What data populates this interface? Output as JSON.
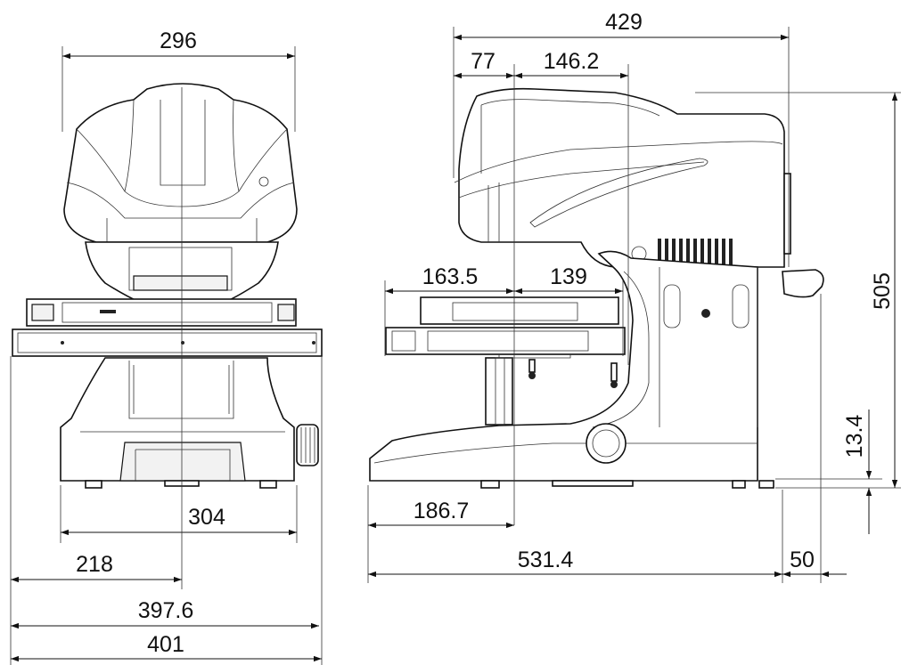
{
  "figure": {
    "views": [
      "front-view",
      "side-view"
    ]
  },
  "front_view": {
    "dimensions": {
      "top_width": "296",
      "base_width": "304",
      "center_offset": "218",
      "overall_397": "397.6",
      "overall_401": "401"
    }
  },
  "side_view": {
    "dimensions": {
      "depth_top": "429",
      "offset_77": "77",
      "offset_146": "146.2",
      "stage_left": "163.5",
      "stage_right": "139",
      "base_front": "186.7",
      "base_depth": "531.4",
      "rear_handle": "50",
      "height": "505",
      "foot_height": "13.4"
    }
  },
  "colors": {
    "line": "#111111",
    "background": "#ffffff"
  }
}
